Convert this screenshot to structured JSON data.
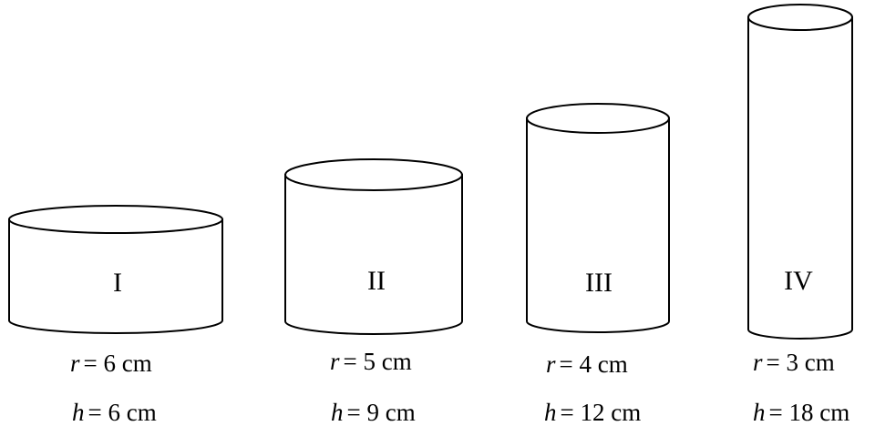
{
  "cylinders": [
    {
      "label": "I",
      "radius": 6,
      "height": 6,
      "r_text": "= 6 cm",
      "h_text": "= 6 cm"
    },
    {
      "label": "II",
      "radius": 5,
      "height": 9,
      "r_text": "= 5 cm",
      "h_text": "= 9 cm"
    },
    {
      "label": "III",
      "radius": 4,
      "height": 12,
      "r_text": "= 4 cm",
      "h_text": "= 12 cm"
    },
    {
      "label": "IV",
      "radius": 3,
      "height": 18,
      "r_text": "= 3 cm",
      "h_text": "= 18 cm"
    }
  ],
  "symbols": {
    "r": "r",
    "h": "h"
  }
}
